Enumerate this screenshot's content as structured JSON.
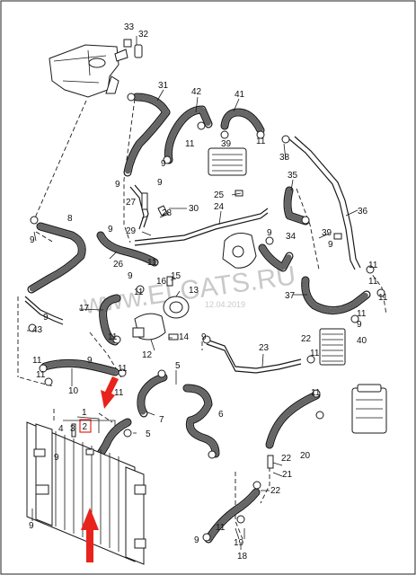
{
  "watermark": {
    "text": "www.ELCATS.RU",
    "date": "12.04.2019"
  },
  "callouts": [
    "1",
    "2",
    "3",
    "4",
    "5",
    "6",
    "7",
    "8",
    "9",
    "10",
    "11",
    "12",
    "13",
    "14",
    "15",
    "16",
    "17",
    "18",
    "19",
    "20",
    "21",
    "22",
    "23",
    "24",
    "25",
    "26",
    "27",
    "28",
    "29",
    "30",
    "31",
    "32",
    "33",
    "34",
    "35",
    "36",
    "37",
    "38",
    "39",
    "40",
    "41",
    "42",
    "43"
  ],
  "highlighted_callout": "2",
  "colors": {
    "arrow": "#e8231d",
    "line": "#1a1a1a",
    "highlight_box": "#e8231d"
  },
  "icons": [
    "red-arrow-icon",
    "screw-icon",
    "clamp-icon"
  ]
}
